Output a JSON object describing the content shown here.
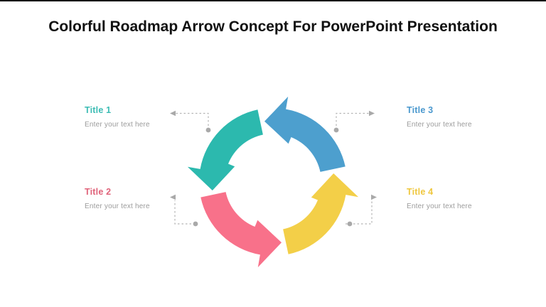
{
  "slide": {
    "title": "Colorful Roadmap Arrow Concept For PowerPoint Presentation"
  },
  "items": [
    {
      "label": "Title 1",
      "placeholder": "Enter your text here",
      "title_color": "#3cbcb4",
      "arrow_color": "#2cb9ae",
      "position": "top-left"
    },
    {
      "label": "Title 2",
      "placeholder": "Enter your text here",
      "title_color": "#e0637a",
      "arrow_color": "#f8718a",
      "position": "bottom-left"
    },
    {
      "label": "Title 3",
      "placeholder": "Enter your text here",
      "title_color": "#4a98ce",
      "arrow_color": "#4d9fce",
      "position": "top-right"
    },
    {
      "label": "Title 4",
      "placeholder": "Enter your text here",
      "title_color": "#efc73e",
      "arrow_color": "#f3cf48",
      "position": "bottom-right"
    }
  ],
  "diagram": {
    "type": "circular-cycle-4-arrows",
    "direction": "counterclockwise",
    "connector_color": "#b5b5b5",
    "dot_color": "#a9a9a9"
  }
}
